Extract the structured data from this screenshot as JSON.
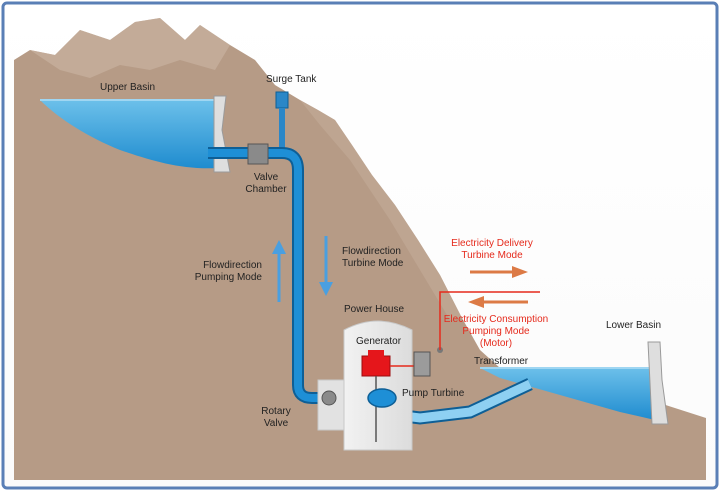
{
  "labels": {
    "upper_basin": "Upper Basin",
    "surge_tank": "Surge Tank",
    "valve_chamber_1": "Valve",
    "valve_chamber_2": "Chamber",
    "flow_pumping_1": "Flowdirection",
    "flow_pumping_2": "Pumping Mode",
    "flow_turbine_1": "Flowdirection",
    "flow_turbine_2": "Turbine Mode",
    "elec_delivery_1": "Electricity Delivery",
    "elec_delivery_2": "Turbine Mode",
    "elec_consumption_1": "Electricity Consumption",
    "elec_consumption_2": "Pumping Mode",
    "elec_consumption_3": "(Motor)",
    "power_house": "Power House",
    "generator": "Generator",
    "transformer": "Transformer",
    "lower_basin": "Lower Basin",
    "pump_turbine": "Pump Turbine",
    "rotary_valve_1": "Rotary",
    "rotary_valve_2": "Valve"
  },
  "colors": {
    "frame": "#5a7fb6",
    "mountain": "#b69b86",
    "mountain_light": "#cbb6a5",
    "water": "#2b9ad6",
    "water_light": "#6cc0ea",
    "pipe": "#1e8fd6",
    "pipe_outline": "#0e5f96",
    "concrete": "#e7e7e7",
    "generator_red": "#e5161b",
    "electric_red": "#e52a1c",
    "arrow_orange": "#dc7a45",
    "flow_arrow_blue": "#4a9fe0"
  },
  "icons": [
    "upward-flow-arrow-icon",
    "downward-flow-arrow-icon",
    "delivery-arrow-icon",
    "consumption-arrow-icon"
  ]
}
